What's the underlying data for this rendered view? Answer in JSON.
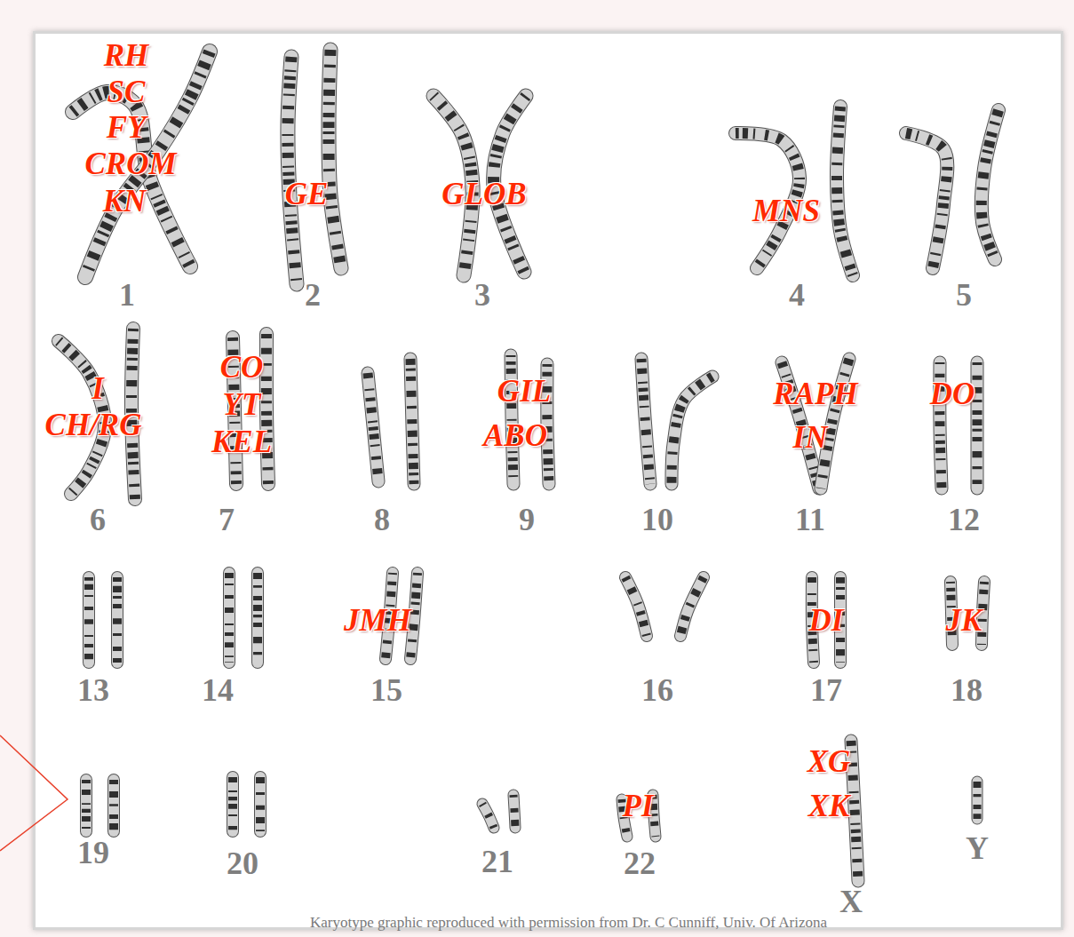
{
  "diagram": {
    "caption": "Karyotype graphic reproduced with permission from Dr. C Cunniff, Univ. Of Arizona",
    "labels": [
      "RH",
      "SC",
      "FY",
      "CROM",
      "KN",
      "GE",
      "GLOB",
      "MNS",
      "1",
      "2",
      "3",
      "4",
      "5",
      "I",
      "CH/RG",
      "CO",
      "YT",
      "KEL",
      "GIL",
      "ABO",
      "RAPH",
      "IN",
      "DO",
      "6",
      "7",
      "8",
      "9",
      "10",
      "11",
      "12",
      "JMH",
      "DI",
      "JK",
      "13",
      "14",
      "15",
      "16",
      "17",
      "18",
      "XG",
      "PI",
      "XK",
      "19",
      "20",
      "21",
      "22",
      "X",
      "Y"
    ]
  }
}
